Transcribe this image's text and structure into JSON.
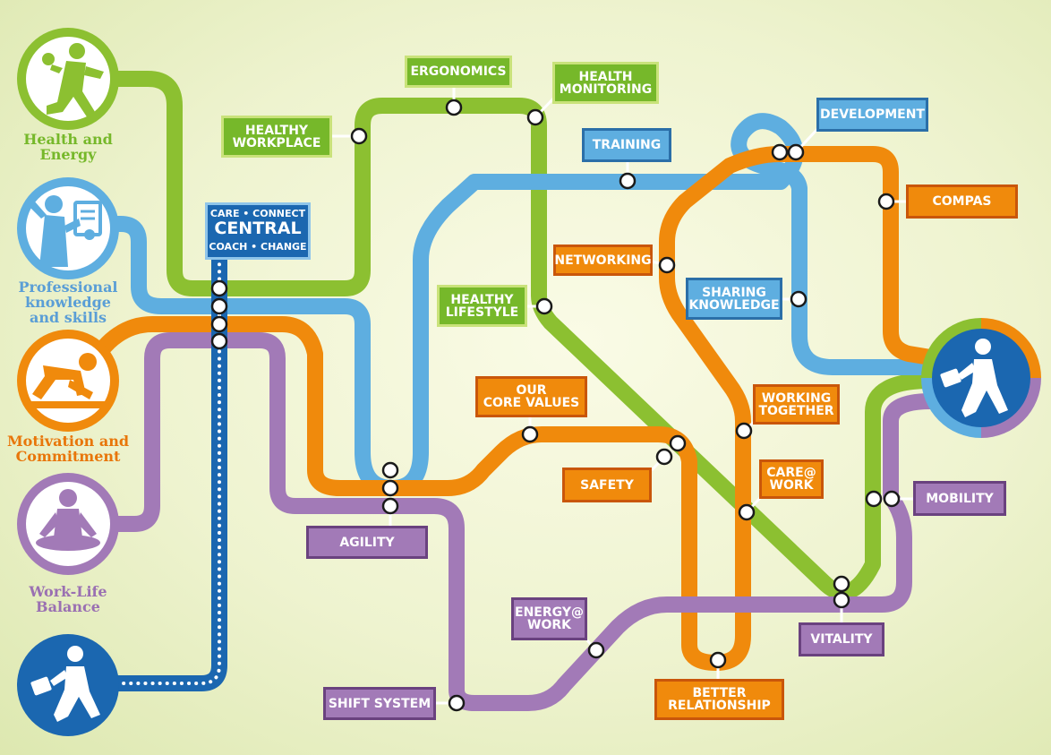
{
  "categories": [
    {
      "key": "health",
      "label": "Health and\nEnergy",
      "color": "#8cc031",
      "icon": "person-eating-apple-icon"
    },
    {
      "key": "professional",
      "label": "Professional\nknowledge\nand skills",
      "color": "#5eaee0",
      "icon": "person-with-certificate-icon"
    },
    {
      "key": "motivation",
      "label": "Motivation and\nCommitment",
      "color": "#f08a0c",
      "icon": "sprinter-starting-block-icon"
    },
    {
      "key": "balance",
      "label": "Work-Life\nBalance",
      "color": "#a27ab7",
      "icon": "meditating-person-icon"
    },
    {
      "key": "walker",
      "label": "",
      "color": "#1b67b0",
      "icon": "walking-person-briefcase-icon"
    }
  ],
  "central": {
    "top": "CARE • CONNECT",
    "main": "CENTRAL",
    "bottom": "COACH • CHANGE"
  },
  "stations": {
    "ergonomics": "ERGONOMICS",
    "health_monitoring": "HEALTH\nMONITORING",
    "healthy_workplace": "HEALTHY\nWORKPLACE",
    "development": "DEVELOPMENT",
    "training": "TRAINING",
    "compas": "COMPAS",
    "networking": "NETWORKING",
    "sharing_knowledge": "SHARING\nKNOWLEDGE",
    "healthy_lifestyle": "HEALTHY\nLIFESTYLE",
    "our_core_values": "OUR\nCORE VALUES",
    "working_together": "WORKING\nTOGETHER",
    "safety": "SAFETY",
    "care_work": "CARE@\nWORK",
    "mobility": "MOBILITY",
    "agility": "AGILITY",
    "energy_work": "ENERGY@\nWORK",
    "vitality": "VITALITY",
    "shift_system": "SHIFT SYSTEM",
    "better_relationship": "BETTER\nRELATIONSHIP"
  },
  "line_colors": {
    "green": "#8cc031",
    "blue": "#5eaee0",
    "orange": "#f08a0c",
    "purple": "#a27ab7",
    "navy": "#1b67b0"
  },
  "hub_icon": "walking-person-briefcase-icon"
}
